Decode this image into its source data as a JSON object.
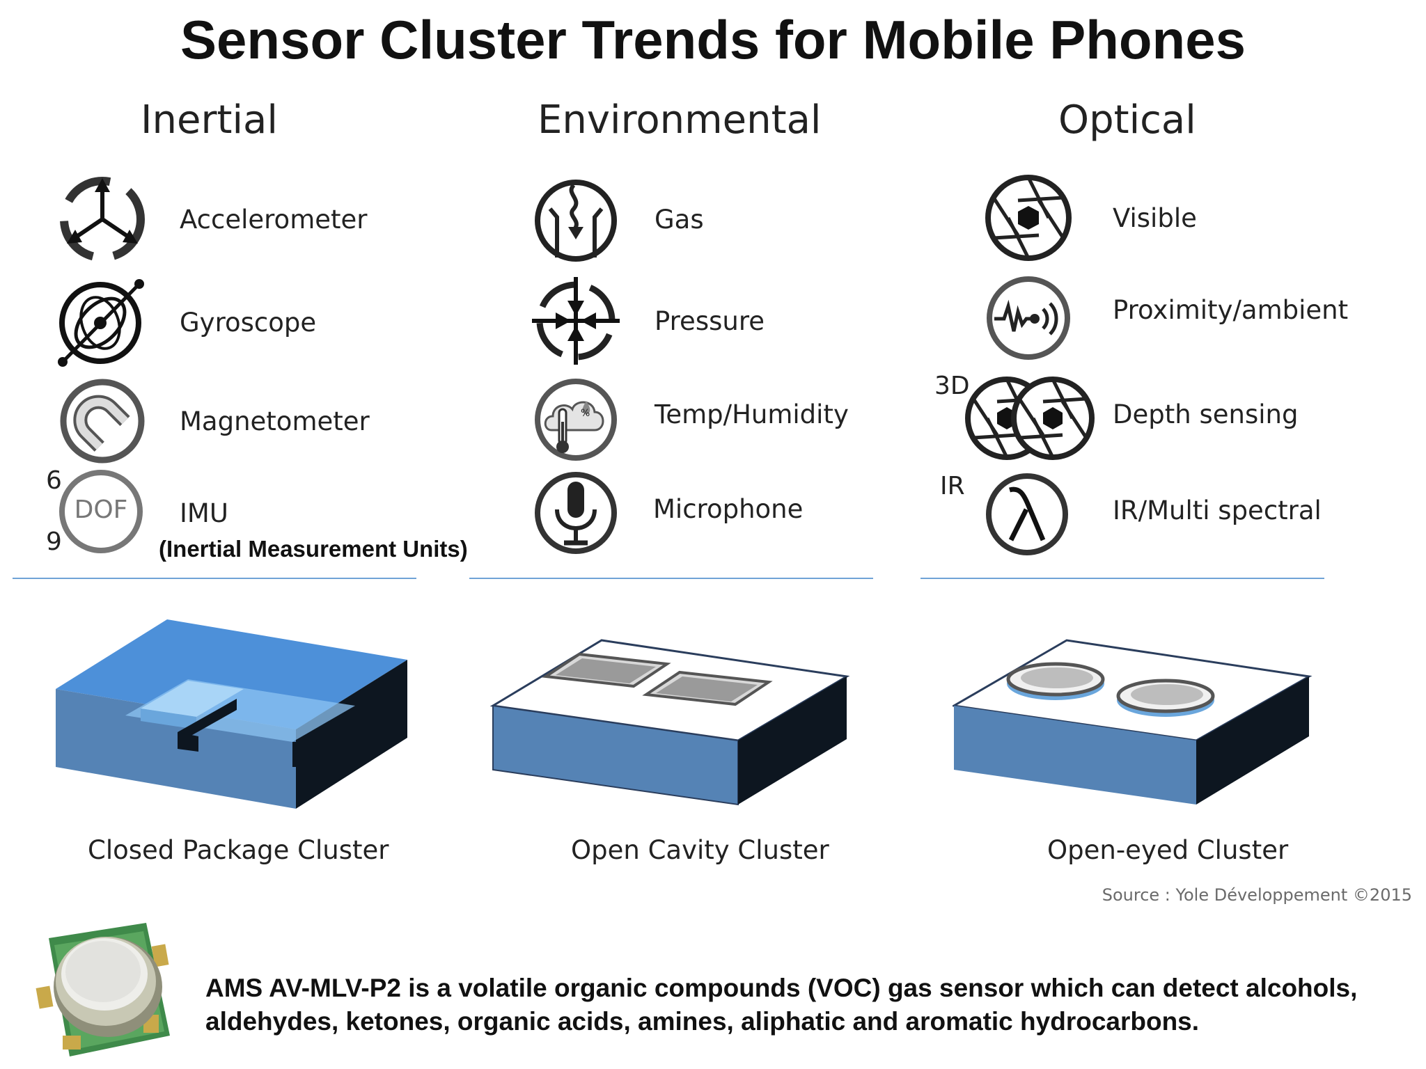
{
  "title": "Sensor Cluster Trends for Mobile Phones",
  "columns": {
    "inertial": {
      "heading": "Inertial",
      "items": [
        {
          "label": "Accelerometer",
          "icon": "accelerometer-icon"
        },
        {
          "label": "Gyroscope",
          "icon": "gyroscope-icon"
        },
        {
          "label": "Magnetometer",
          "icon": "magnet-icon"
        },
        {
          "label": "IMU",
          "icon": "dof-icon"
        }
      ],
      "dof_text": "DOF",
      "dof_top": "6",
      "dof_bottom": "9",
      "imu_subtitle": "(Inertial Measurement Units)"
    },
    "environmental": {
      "heading": "Environmental",
      "items": [
        {
          "label": "Gas",
          "icon": "gas-icon"
        },
        {
          "label": "Pressure",
          "icon": "pressure-icon"
        },
        {
          "label": "Temp/Humidity",
          "icon": "thermometer-humidity-icon"
        },
        {
          "label": "Microphone",
          "icon": "microphone-icon"
        }
      ]
    },
    "optical": {
      "heading": "Optical",
      "items": [
        {
          "label": "Visible",
          "icon": "camera-aperture-icon"
        },
        {
          "label": "Proximity/ambient",
          "icon": "proximity-signal-icon"
        },
        {
          "label": "Depth sensing",
          "icon": "dual-aperture-icon"
        },
        {
          "label": "IR/Multi spectral",
          "icon": "lambda-icon"
        }
      ],
      "tag_3d": "3D",
      "tag_ir": "IR"
    }
  },
  "packages": [
    {
      "label": "Closed Package Cluster"
    },
    {
      "label": "Open Cavity Cluster"
    },
    {
      "label": "Open-eyed Cluster"
    }
  ],
  "source": "Source : Yole Développement ©2015",
  "bottom_text": "AMS AV-MLV-P2 is a volatile organic compounds (VOC) gas sensor which can detect alcohols, aldehydes, ketones, organic acids, amines, aliphatic and aromatic hydrocarbons.",
  "colors": {
    "package_blue": "#5583b5",
    "package_top_blue": "#4a8fd6",
    "package_dark": "#0d1620",
    "divider": "#6fa3d6"
  }
}
